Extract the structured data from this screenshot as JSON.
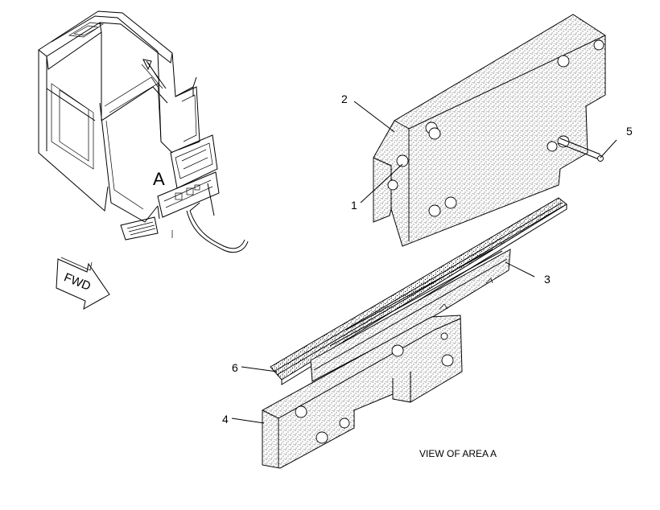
{
  "labels": {
    "area_letter": "A",
    "fwd": "FWD",
    "view_caption": "VIEW OF AREA  A"
  },
  "callouts": [
    {
      "id": "1",
      "text": "1"
    },
    {
      "id": "2",
      "text": "2"
    },
    {
      "id": "3",
      "text": "3"
    },
    {
      "id": "4",
      "text": "4"
    },
    {
      "id": "5",
      "text": "5"
    },
    {
      "id": "6",
      "text": "6"
    }
  ],
  "colors": {
    "ink": "#000000",
    "paper": "#ffffff"
  }
}
